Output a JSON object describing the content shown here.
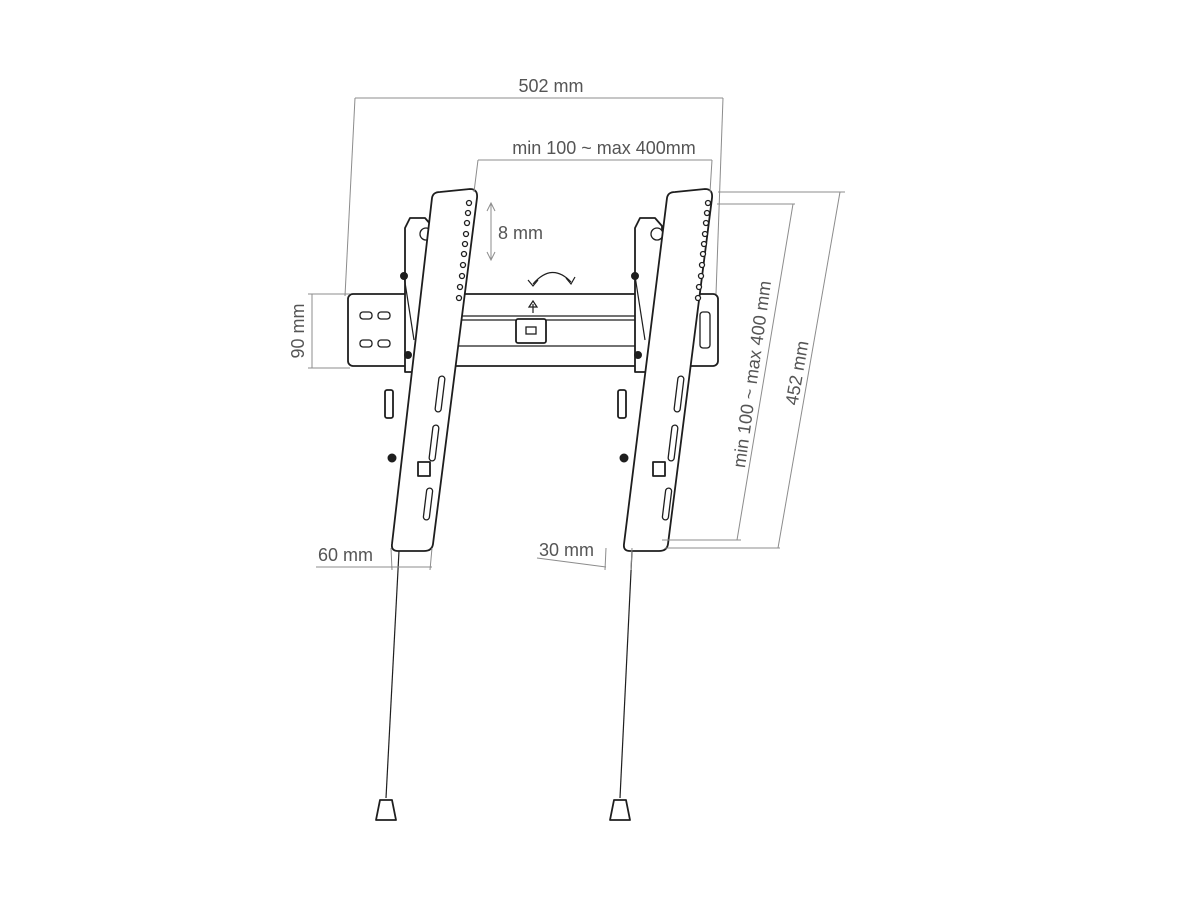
{
  "dimensions": {
    "overall_width": "502 mm",
    "vesa_horizontal": "min 100 ~ max 400mm",
    "hole_pitch": "8 mm",
    "plate_height": "90 mm",
    "vesa_vertical": "min 100 ~ max 400 mm",
    "arm_length": "452 mm",
    "depth_max": "60 mm",
    "depth_min": "30 mm"
  },
  "colors": {
    "dimension_lines": "#8c8c8c",
    "dimension_text": "#555555",
    "part_outline": "#1e1e1e"
  },
  "icons": {
    "tilt": "tilt-arrow-icon",
    "up": "up-arrow-icon",
    "level": "bubble-level-icon"
  }
}
